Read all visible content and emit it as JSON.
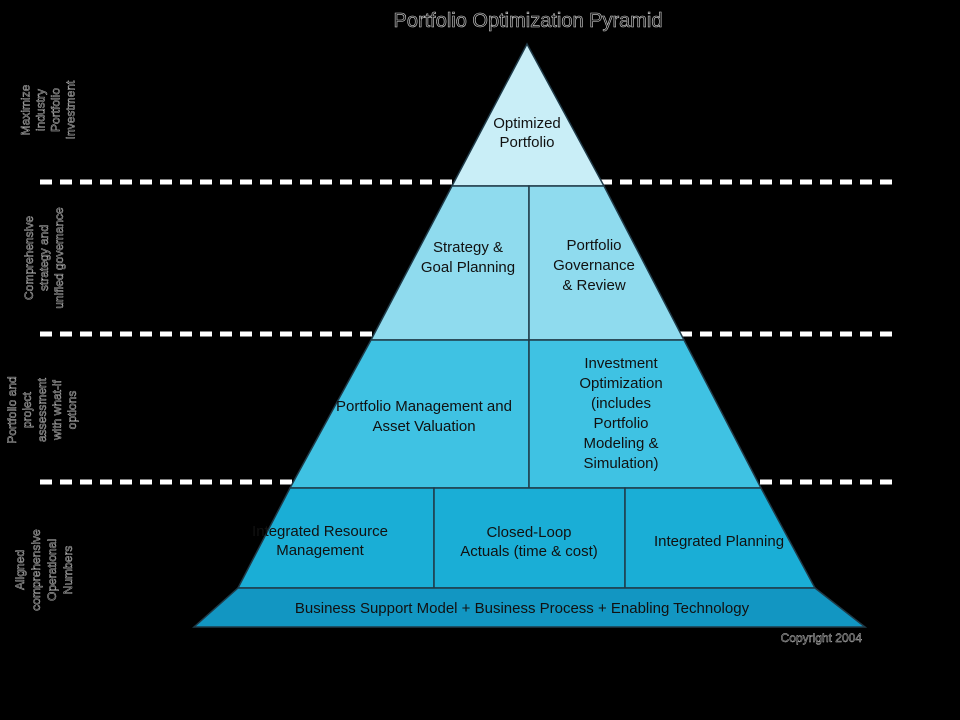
{
  "title": "Portfolio Optimization Pyramid",
  "colors": {
    "background": "#000000",
    "tier1": "#c9eef7",
    "tier2": "#8fdbee",
    "tier3": "#3fc2e3",
    "tier4": "#1aaed6",
    "base": "#1296c2",
    "outline": "#1f3a48",
    "separator": "#ffffff"
  },
  "tiers": {
    "apex": {
      "text": "Optimized\nPortfolio"
    },
    "tier2": {
      "left": "Strategy &\nGoal Planning",
      "right": "Portfolio\nGovernance\n& Review"
    },
    "tier3": {
      "left": "Portfolio Management and\nAsset Valuation",
      "right": "Investment\nOptimization\n(includes\nPortfolio\nModeling &\nSimulation)"
    },
    "tier4": {
      "left": "Integrated Resource\nManagement",
      "middle": "Closed-Loop\nActuals (time & cost)",
      "right": "Integrated Planning"
    },
    "base": {
      "text": "Business Support Model  +  Business Process  +  Enabling Technology"
    }
  },
  "side_labels": [
    "Maximize\nindustry\nPortfolio\nInvestment",
    "Comprehensive\nstrategy and\nunified governance",
    "Portfolio and\nproject\nassessment\nwith what-if\noptions",
    "Aligned\ncomprehensive\nOperational\nNumbers"
  ],
  "copyright": "Copyright 2004"
}
